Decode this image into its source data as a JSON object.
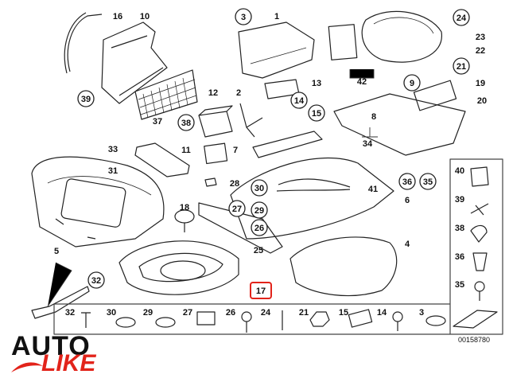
{
  "diagram": {
    "part_labels": {
      "p1": "1",
      "p2": "2",
      "p3": "3",
      "p4": "4",
      "p5": "5",
      "p6": "6",
      "p7": "7",
      "p8": "8",
      "p9": "9",
      "p10": "10",
      "p11": "11",
      "p12": "12",
      "p13": "13",
      "p14": "14",
      "p15": "15",
      "p16": "16",
      "p17": "17",
      "p18": "18",
      "p19": "19",
      "p20": "20",
      "p21": "21",
      "p22": "22",
      "p23": "23",
      "p24": "24",
      "p25": "25",
      "p26": "26",
      "p27": "27",
      "p28": "28",
      "p29": "29",
      "p30": "30",
      "p31": "31",
      "p32": "32",
      "p33": "33",
      "p34": "34",
      "p35": "35",
      "p36": "36",
      "p37": "37",
      "p38": "38",
      "p39": "39",
      "p40": "40",
      "p41": "41",
      "p42": "42"
    },
    "bottom_row": [
      "32",
      "30",
      "29",
      "27",
      "26",
      "24",
      "21",
      "15",
      "14",
      "3"
    ],
    "side_column": [
      "40",
      "39",
      "38",
      "36",
      "35"
    ],
    "highlighted_part": "17",
    "drawing_number": "00158780",
    "highlight_color": "#e2231a"
  },
  "logo": {
    "auto": "AUTO",
    "like": "LIKE",
    "accent_color": "#e2231a"
  }
}
